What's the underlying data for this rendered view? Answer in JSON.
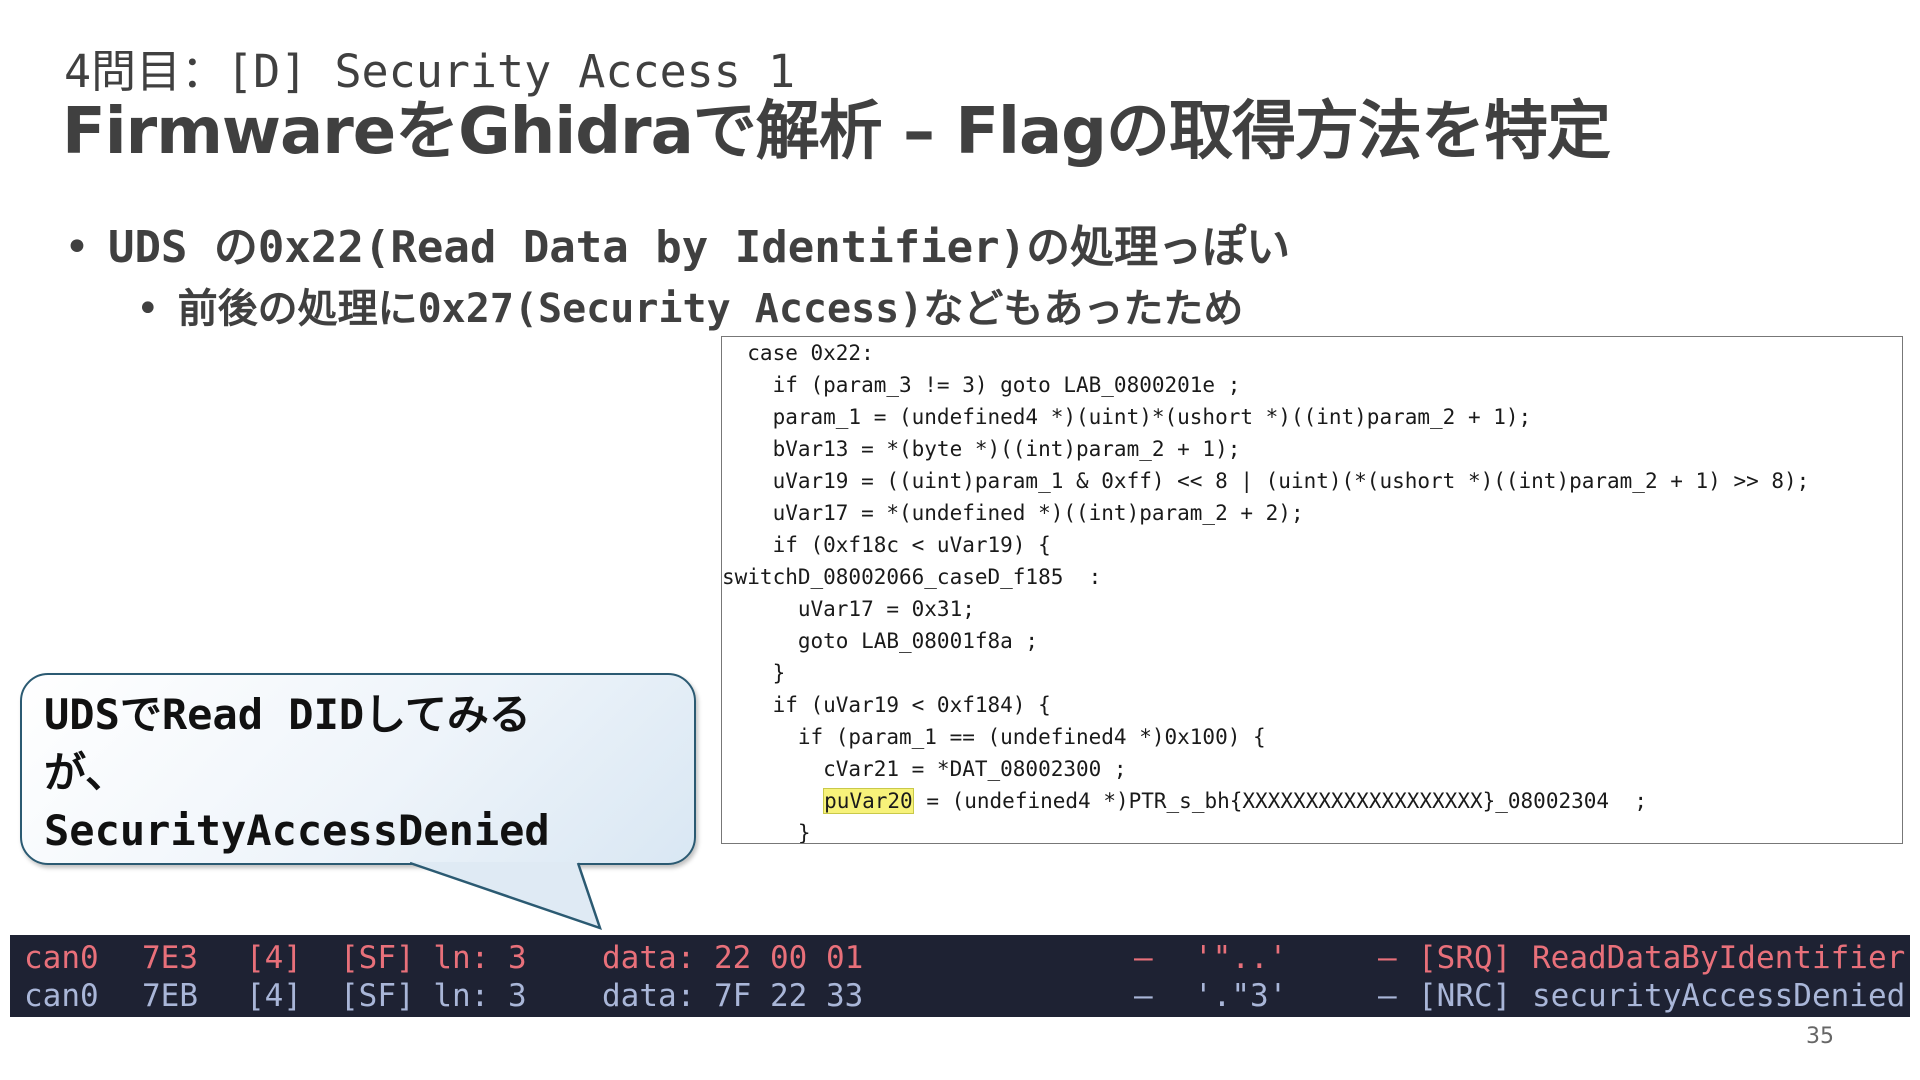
{
  "slide": {
    "subtitle": "4問目：[D] Security Access 1",
    "title": "FirmwareをGhidraで解析 – Flagの取得方法を特定",
    "page_number": "35"
  },
  "bullets": [
    {
      "text": "UDS の0x22(Read Data by Identifier)の処理っぽい",
      "level": 1
    },
    {
      "text": "前後の処理に0x27(Security Access)などもあったため",
      "level": 2
    }
  ],
  "code": {
    "lines": [
      {
        "text": "  case 0x22:"
      },
      {
        "text": "    if (param_3 != 3) goto LAB_0800201e ;"
      },
      {
        "text": "    param_1 = (undefined4 *)(uint)*(ushort *)((int)param_2 + 1);"
      },
      {
        "text": "    bVar13 = *(byte *)((int)param_2 + 1);"
      },
      {
        "text": "    uVar19 = ((uint)param_1 & 0xff) << 8 | (uint)(*(ushort *)((int)param_2 + 1) >> 8);"
      },
      {
        "text": "    uVar17 = *(undefined *)((int)param_2 + 2);"
      },
      {
        "text": "    if (0xf18c < uVar19) {"
      },
      {
        "text": "switchD_08002066_caseD_f185  :"
      },
      {
        "text": "      uVar17 = 0x31;"
      },
      {
        "text": "      goto LAB_08001f8a ;"
      },
      {
        "text": "    }"
      },
      {
        "text": "    if (uVar19 < 0xf184) {"
      },
      {
        "text": "      if (param_1 == (undefined4 *)0x100) {"
      },
      {
        "text": "        cVar21 = *DAT_08002300 ;"
      },
      {
        "prefix": "        ",
        "highlight": "puVar20",
        "text": " = (undefined4 *)PTR_s_bh{XXXXXXXXXXXXXXXXXXX}_08002304  ;"
      },
      {
        "text": "      }"
      }
    ]
  },
  "callout": {
    "lines": [
      "UDSでRead DIDしてみる",
      "が、",
      "SecurityAccessDenied"
    ]
  },
  "terminal": {
    "rows": [
      {
        "iface": "can0",
        "id": "7E3",
        "dlc": "[4]",
        "frame": "[SF] ln: 3",
        "data": "data: 22 00 01",
        "dash1": "–",
        "ascii": "'\"..'",
        "dash2": "–",
        "tag": "[SRQ]",
        "desc": "ReadDataByIdentifier"
      },
      {
        "iface": "can0",
        "id": "7EB",
        "dlc": "[4]",
        "frame": "[SF] ln: 3",
        "data": "data: 7F 22 33",
        "dash1": "–",
        "ascii": "'.\"3'",
        "dash2": "–",
        "tag": "[NRC]",
        "desc": "securityAccessDenied"
      }
    ]
  },
  "colors": {
    "terminal_bg": "#1e2233",
    "request_text": "#e8707a",
    "response_text": "#a9b6d8",
    "highlight": "#f7f27a"
  }
}
